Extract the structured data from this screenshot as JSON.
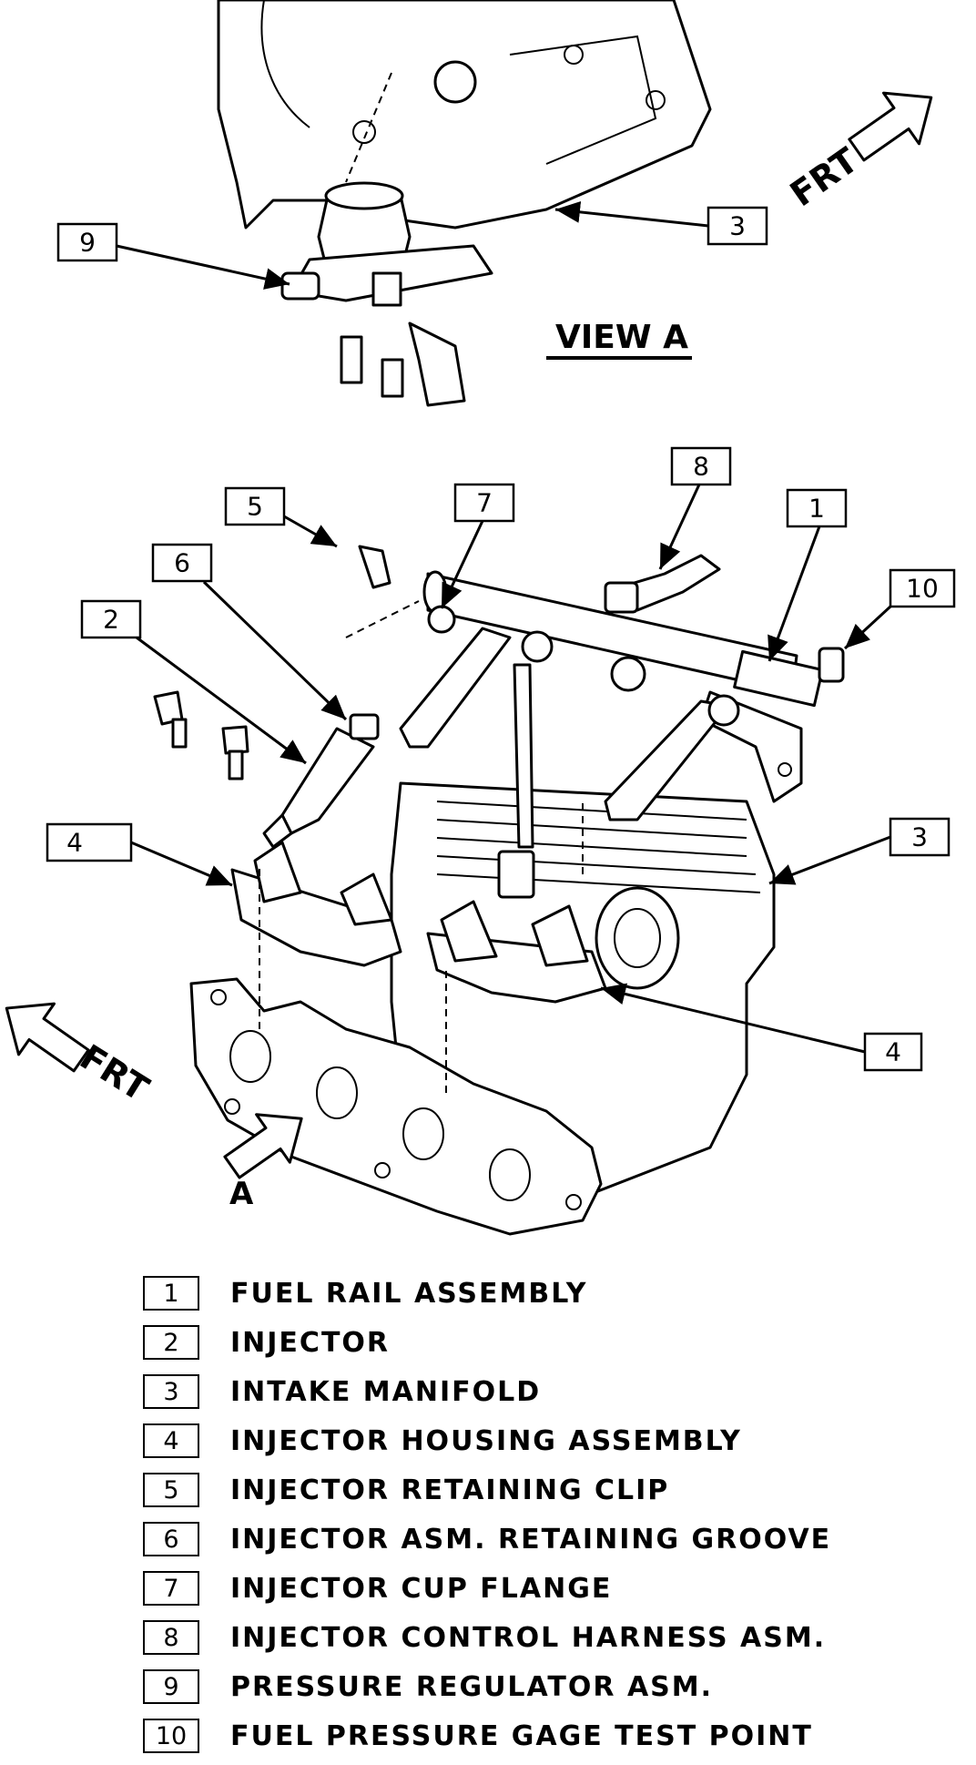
{
  "view_a": {
    "title": "VIEW A",
    "frt_label": "FRT"
  },
  "main_view": {
    "frt_label": "FRT",
    "view_arrow_label": "A"
  },
  "callouts": {
    "c1": "1",
    "c2": "2",
    "c3a": "3",
    "c3b": "3",
    "c4a": "4",
    "c4b": "4",
    "c5": "5",
    "c6": "6",
    "c7": "7",
    "c8": "8",
    "c9": "9",
    "c10": "10"
  },
  "legend": [
    {
      "num": "1",
      "label": "FUEL RAIL ASSEMBLY"
    },
    {
      "num": "2",
      "label": "INJECTOR"
    },
    {
      "num": "3",
      "label": "INTAKE MANIFOLD"
    },
    {
      "num": "4",
      "label": "INJECTOR HOUSING ASSEMBLY"
    },
    {
      "num": "5",
      "label": "INJECTOR RETAINING CLIP"
    },
    {
      "num": "6",
      "label": "INJECTOR ASM. RETAINING GROOVE"
    },
    {
      "num": "7",
      "label": "INJECTOR CUP FLANGE"
    },
    {
      "num": "8",
      "label": "INJECTOR CONTROL HARNESS ASM."
    },
    {
      "num": "9",
      "label": "PRESSURE REGULATOR ASM."
    },
    {
      "num": "10",
      "label": "FUEL PRESSURE GAGE TEST POINT"
    }
  ]
}
